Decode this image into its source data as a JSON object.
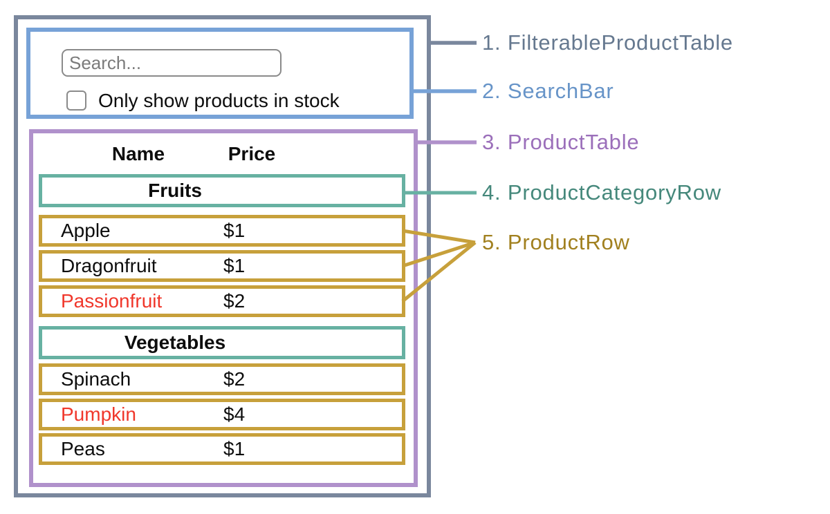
{
  "colors": {
    "frame": "#7a879d",
    "searchbar": "#77a2d7",
    "table": "#b091cb",
    "category": "#67b1a2",
    "row": "#c7a03b",
    "label1": "#65788f",
    "label2": "#6794c8",
    "label3": "#9b6fba",
    "label4": "#45887b",
    "label5": "#a1801f",
    "outofstock": "#f0372b",
    "text": "#0d0d0d",
    "inputborder": "#8a8a8a",
    "placeholder": "#7b7b7b"
  },
  "search_bar": {
    "placeholder": "Search...",
    "checkbox_label": "Only show products in stock",
    "checkbox_checked": false
  },
  "product_table": {
    "headers": {
      "name": "Name",
      "price": "Price"
    },
    "sections": [
      {
        "category": "Fruits",
        "rows": [
          {
            "name": "Apple",
            "price": "$1",
            "out_of_stock": false
          },
          {
            "name": "Dragonfruit",
            "price": "$1",
            "out_of_stock": false
          },
          {
            "name": "Passionfruit",
            "price": "$2",
            "out_of_stock": true
          }
        ]
      },
      {
        "category": "Vegetables",
        "rows": [
          {
            "name": "Spinach",
            "price": "$2",
            "out_of_stock": false
          },
          {
            "name": "Pumpkin",
            "price": "$4",
            "out_of_stock": true
          },
          {
            "name": "Peas",
            "price": "$1",
            "out_of_stock": false
          }
        ]
      }
    ]
  },
  "legend": [
    {
      "number": "1.",
      "name": "FilterableProductTable"
    },
    {
      "number": "2.",
      "name": "SearchBar"
    },
    {
      "number": "3.",
      "name": "ProductTable"
    },
    {
      "number": "4.",
      "name": "ProductCategoryRow"
    },
    {
      "number": "5.",
      "name": "ProductRow"
    }
  ]
}
